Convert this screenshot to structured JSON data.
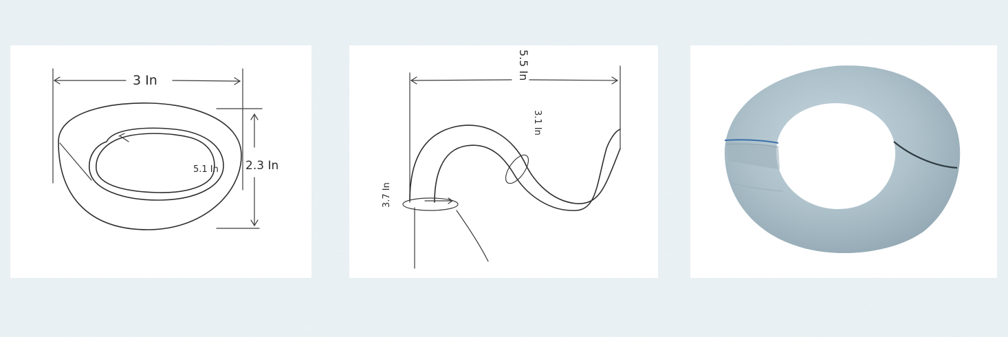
{
  "sketch_ring": {
    "width_label": "3 In",
    "height_label": "2.3 In",
    "inner_label": "5.1 In"
  },
  "sketch_hook": {
    "width_label": "5.5 In",
    "top_ring_label": "3.1 In",
    "bottom_ring_label": "3.7 In"
  },
  "colors": {
    "background": "#e8eff2",
    "foam": "#a9bcc6",
    "ink": "#2e2e2e"
  }
}
